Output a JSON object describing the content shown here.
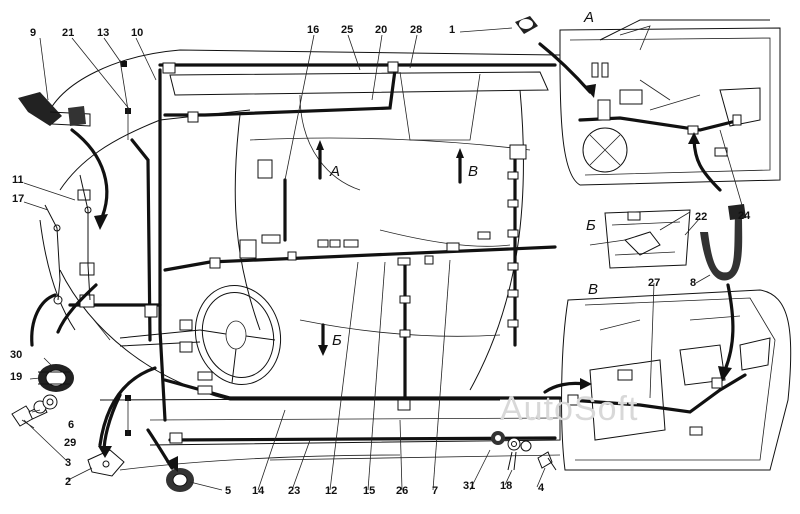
{
  "diagram": {
    "parts": [
      {
        "number": "1"
      },
      {
        "number": "2"
      },
      {
        "number": "3"
      },
      {
        "number": "4"
      },
      {
        "number": "5"
      },
      {
        "number": "6"
      },
      {
        "number": "7"
      },
      {
        "number": "8"
      },
      {
        "number": "9"
      },
      {
        "number": "10"
      },
      {
        "number": "11"
      },
      {
        "number": "12"
      },
      {
        "number": "13"
      },
      {
        "number": "14"
      },
      {
        "number": "15"
      },
      {
        "number": "16"
      },
      {
        "number": "17"
      },
      {
        "number": "18"
      },
      {
        "number": "19"
      },
      {
        "number": "20"
      },
      {
        "number": "21"
      },
      {
        "number": "22"
      },
      {
        "number": "23"
      },
      {
        "number": "24"
      },
      {
        "number": "25"
      },
      {
        "number": "26"
      },
      {
        "number": "27"
      },
      {
        "number": "28"
      },
      {
        "number": "29"
      },
      {
        "number": "30"
      },
      {
        "number": "31"
      }
    ],
    "views": [
      {
        "letter": "А"
      },
      {
        "letter": "Б"
      },
      {
        "letter": "В"
      }
    ],
    "watermark": "AutoSoft"
  }
}
